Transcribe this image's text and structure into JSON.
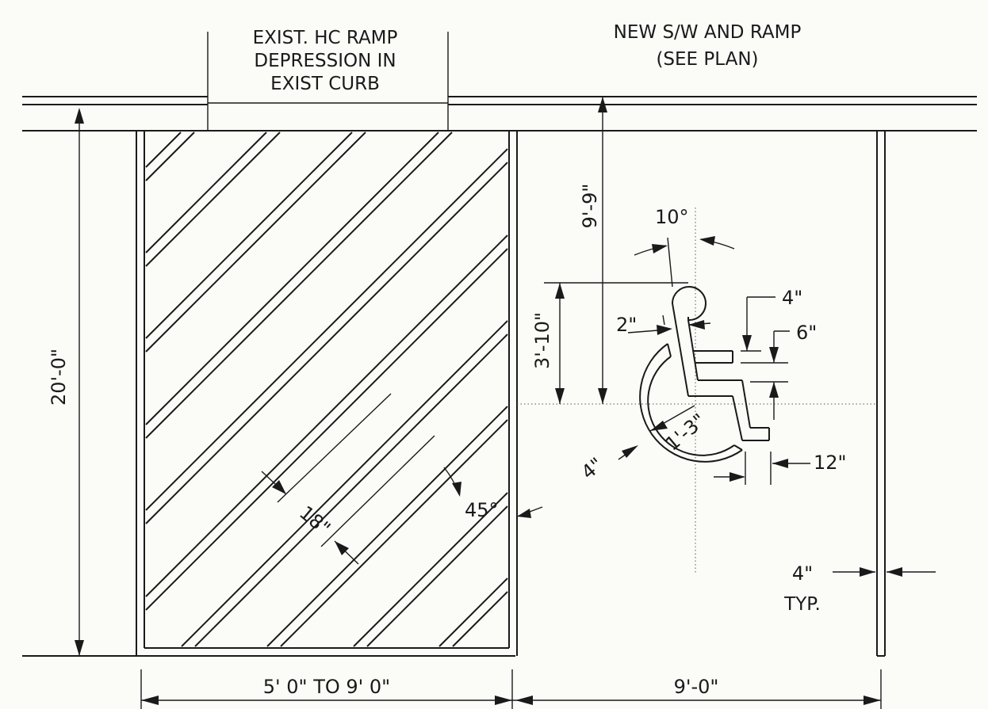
{
  "labels": {
    "exist_ramp_1": "EXIST. HC RAMP",
    "exist_ramp_2": "DEPRESSION IN",
    "exist_ramp_3": "EXIST CURB",
    "new_sw_1": "NEW S/W AND RAMP",
    "new_sw_2": "(SEE PLAN)",
    "typ": "TYP."
  },
  "dimensions": {
    "total_length": "20'-0\"",
    "to_symbol": "9'-9\"",
    "symbol_height": "3'-10\"",
    "head_angle": "10°",
    "neck": "2\"",
    "arm_thick": "4\"",
    "arm_gap": "6\"",
    "wheel_radius": "1'-3\"",
    "wheel_thick": "4\"",
    "leg": "12\"",
    "stripe_width": "18\"",
    "stripe_angle": "45°",
    "stripe_line": "4\"",
    "aisle_width": "5' 0\" TO 9' 0\"",
    "space_width": "9'-0\""
  }
}
